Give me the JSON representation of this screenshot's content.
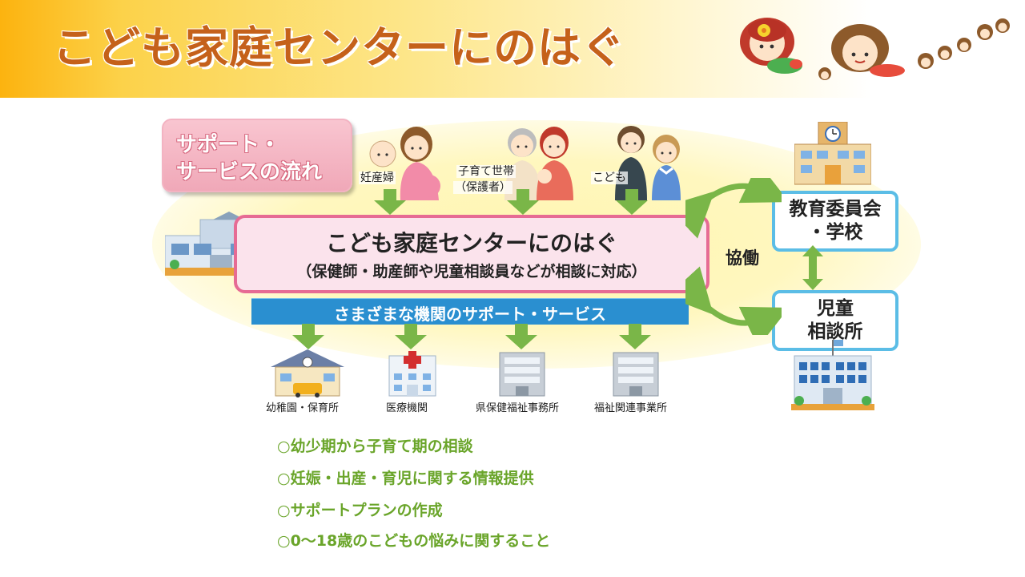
{
  "header": {
    "title": "こども家庭センターにのはぐ"
  },
  "diagram": {
    "flow_label": {
      "line1": "サポート・",
      "line2": "サービスの流れ"
    },
    "people": [
      {
        "label": "妊産婦"
      },
      {
        "label": "子育て世帯",
        "sub": "（保護者）"
      },
      {
        "label": "こども"
      }
    ],
    "center": {
      "title": "こども家庭センターにのはぐ",
      "subtitle": "（保健師・助産師や児童相談員などが相談に対応）"
    },
    "support_bar": "さまざまな機関のサポート・サービス",
    "collaboration": "協働",
    "board": {
      "line1": "教育委員会",
      "line2": "・学校"
    },
    "child_center": {
      "line1": "児童",
      "line2": "相談所"
    },
    "facilities": [
      {
        "label": "幼稚園・保育所"
      },
      {
        "label": "医療機関"
      },
      {
        "label": "県保健福祉事務所"
      },
      {
        "label": "福祉関連事業所"
      }
    ],
    "colors": {
      "arrow_green": "#7ab648",
      "center_border": "#e66b94",
      "support_bar": "#2a8fd0",
      "side_border": "#5bbde6"
    }
  },
  "bullets": [
    "○幼少期から子育て期の相談",
    "○妊娠・出産・育児に関する情報提供",
    "○サポートプランの作成",
    "○0～18歳のこどもの悩みに関すること"
  ]
}
